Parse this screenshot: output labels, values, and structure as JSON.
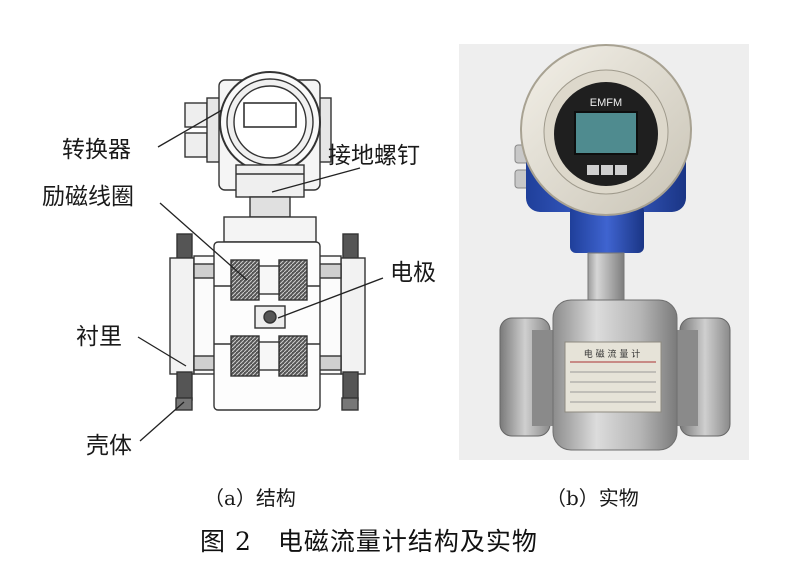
{
  "labels": {
    "converter": "转换器",
    "excitation_coil": "励磁线圈",
    "liner": "衬里",
    "housing": "壳体",
    "ground_screw": "接地螺钉",
    "electrode": "电极"
  },
  "subcaptions": {
    "a": "（a）结构",
    "b": "（b）实物"
  },
  "nameplate": {
    "brand": "EMFM",
    "title": "电 磁 流 量 计"
  },
  "caption": "图 2　电磁流量计结构及实物"
}
